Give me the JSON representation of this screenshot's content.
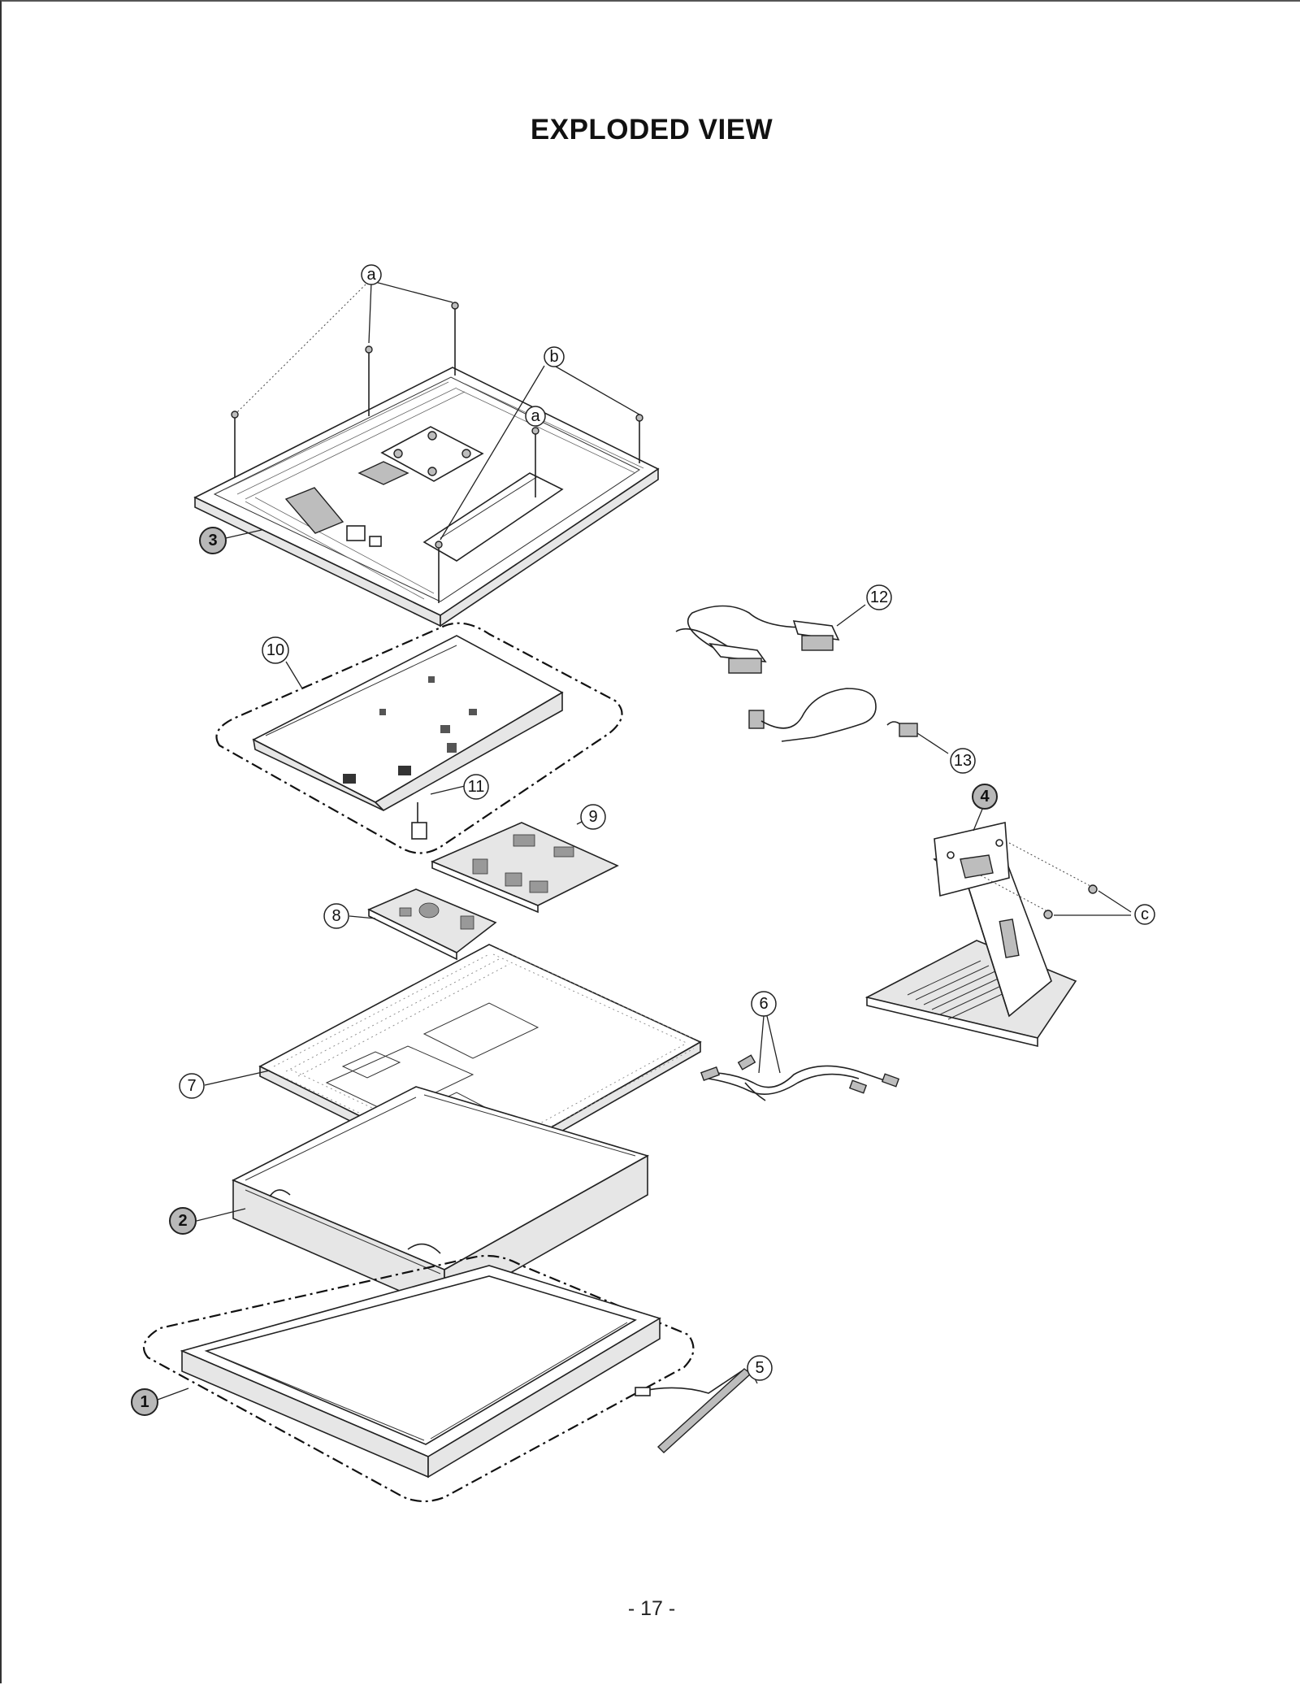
{
  "title": "EXPLODED VIEW",
  "page_number": "- 17 -",
  "labels": {
    "n1": "1",
    "n2": "2",
    "n3": "3",
    "n4": "4",
    "n5": "5",
    "n6": "6",
    "n7": "7",
    "n8": "8",
    "n9": "9",
    "n10": "10",
    "n11": "11",
    "n12": "12",
    "n13": "13",
    "a": "a",
    "b": "b",
    "c": "c"
  }
}
